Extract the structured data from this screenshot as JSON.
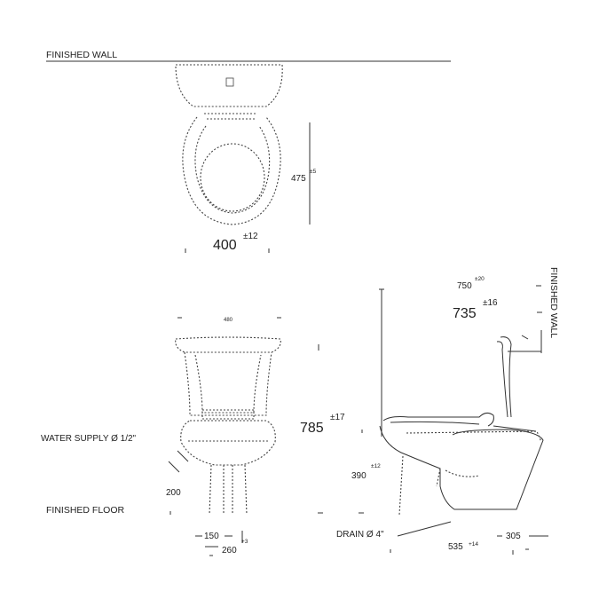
{
  "labels": {
    "finished_wall_top": "FINISHED WALL",
    "finished_wall_side": "FINISHED WALL",
    "water_supply": "WATER SUPPLY Ø 1/2\"",
    "finished_floor": "FINISHED FLOOR",
    "drain": "DRAIN Ø 4\""
  },
  "dimensions": {
    "seat_depth": {
      "value": "475",
      "tol": "±5"
    },
    "bowl_width_top": {
      "value": "400",
      "tol": "±12"
    },
    "tank_width": {
      "value": "480"
    },
    "height_total": {
      "value": "785",
      "tol": "±17"
    },
    "depth_a": {
      "value": "750",
      "tol": "±20"
    },
    "depth_b": {
      "value": "735",
      "tol": "±16"
    },
    "seat_height": {
      "value": "390",
      "tol": "±12"
    },
    "supply_height": {
      "value": "200"
    },
    "supply_offset": {
      "value": "150"
    },
    "base_width": {
      "value": "260",
      "tol": "+3"
    },
    "drain_offset": {
      "value": "535",
      "tol": "+14"
    },
    "wall_gap": {
      "value": "305"
    }
  }
}
